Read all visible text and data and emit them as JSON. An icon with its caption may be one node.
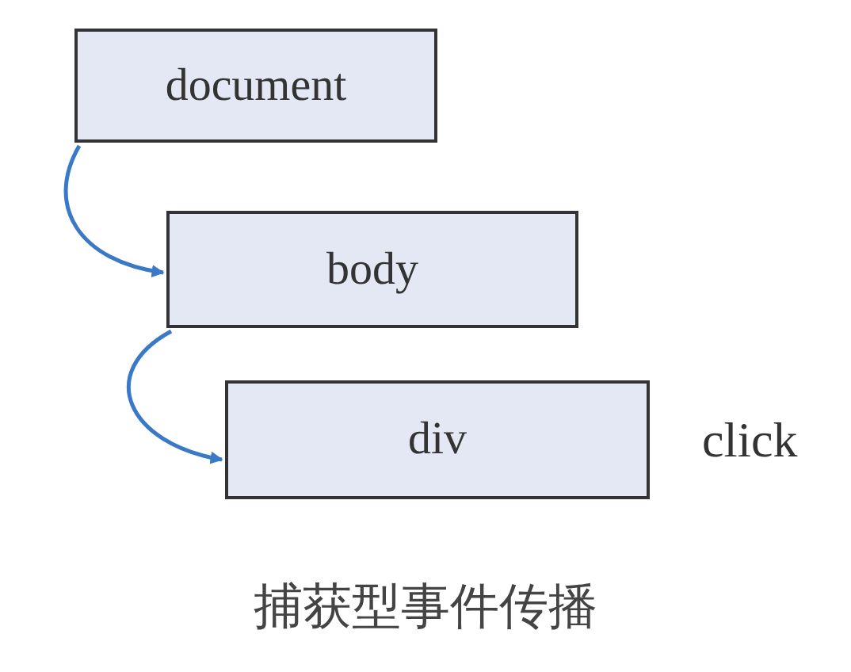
{
  "diagram": {
    "caption": "捕获型事件传播",
    "nodes": [
      {
        "text": [
          "document"
        ]
      },
      {
        "text": [
          "body"
        ]
      },
      {
        "text": [
          "div"
        ],
        "beside": [
          "click"
        ]
      }
    ],
    "edges": [
      {
        "from": 0,
        "to": 1,
        "arrow": "to"
      },
      {
        "from": 1,
        "to": 2,
        "arrow": "to"
      }
    ]
  }
}
